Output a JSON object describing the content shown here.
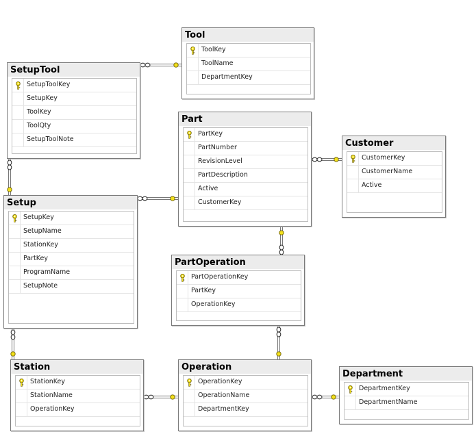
{
  "tables": {
    "tool": {
      "title": "Tool",
      "columns": [
        {
          "name": "ToolKey",
          "pk": true
        },
        {
          "name": "ToolName",
          "pk": false
        },
        {
          "name": "DepartmentKey",
          "pk": false
        }
      ]
    },
    "setuptool": {
      "title": "SetupTool",
      "columns": [
        {
          "name": "SetupToolKey",
          "pk": true
        },
        {
          "name": "SetupKey",
          "pk": false
        },
        {
          "name": "ToolKey",
          "pk": false
        },
        {
          "name": "ToolQty",
          "pk": false
        },
        {
          "name": "SetupToolNote",
          "pk": false
        }
      ]
    },
    "part": {
      "title": "Part",
      "columns": [
        {
          "name": "PartKey",
          "pk": true
        },
        {
          "name": "PartNumber",
          "pk": false
        },
        {
          "name": "RevisionLevel",
          "pk": false
        },
        {
          "name": "PartDescription",
          "pk": false
        },
        {
          "name": "Active",
          "pk": false
        },
        {
          "name": "CustomerKey",
          "pk": false
        }
      ]
    },
    "customer": {
      "title": "Customer",
      "columns": [
        {
          "name": "CustomerKey",
          "pk": true
        },
        {
          "name": "CustomerName",
          "pk": false
        },
        {
          "name": "Active",
          "pk": false
        }
      ]
    },
    "setup": {
      "title": "Setup",
      "columns": [
        {
          "name": "SetupKey",
          "pk": true
        },
        {
          "name": "SetupName",
          "pk": false
        },
        {
          "name": "StationKey",
          "pk": false
        },
        {
          "name": "PartKey",
          "pk": false
        },
        {
          "name": "ProgramName",
          "pk": false
        },
        {
          "name": "SetupNote",
          "pk": false
        }
      ]
    },
    "partoperation": {
      "title": "PartOperation",
      "columns": [
        {
          "name": "PartOperationKey",
          "pk": true
        },
        {
          "name": "PartKey",
          "pk": false
        },
        {
          "name": "OperationKey",
          "pk": false
        }
      ]
    },
    "station": {
      "title": "Station",
      "columns": [
        {
          "name": "StationKey",
          "pk": true
        },
        {
          "name": "StationName",
          "pk": false
        },
        {
          "name": "OperationKey",
          "pk": false
        }
      ]
    },
    "operation": {
      "title": "Operation",
      "columns": [
        {
          "name": "OperationKey",
          "pk": true
        },
        {
          "name": "OperationName",
          "pk": false
        },
        {
          "name": "DepartmentKey",
          "pk": false
        }
      ]
    },
    "department": {
      "title": "Department",
      "columns": [
        {
          "name": "DepartmentKey",
          "pk": true
        },
        {
          "name": "DepartmentName",
          "pk": false
        }
      ]
    }
  },
  "relationships": [
    {
      "from": "setuptool",
      "to": "tool"
    },
    {
      "from": "setuptool",
      "to": "setup"
    },
    {
      "from": "setup",
      "to": "part"
    },
    {
      "from": "part",
      "to": "customer"
    },
    {
      "from": "partoperation",
      "to": "part"
    },
    {
      "from": "setup",
      "to": "station"
    },
    {
      "from": "partoperation",
      "to": "operation"
    },
    {
      "from": "station",
      "to": "operation"
    },
    {
      "from": "operation",
      "to": "department"
    }
  ],
  "colors": {
    "key_fill": "#f2e01c",
    "line": "#777777"
  }
}
